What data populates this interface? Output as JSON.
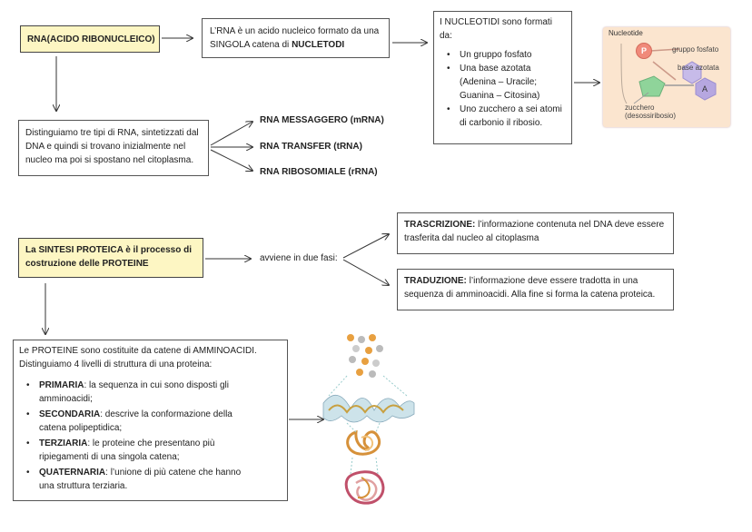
{
  "rna_title": "RNA(ACIDO RIBONUCLEICO)",
  "rna_def": {
    "pre": "L’RNA è un acido nucleico formato da una SINGOLA catena di ",
    "bold": "NUCLETODI"
  },
  "nucleotidi": {
    "intro": "I NUCLEOTIDI sono formati da:",
    "items": [
      "Un gruppo fosfato",
      "Una base azotata (Adenina – Uracile; Guanina – Citosina)",
      "Uno zucchero a sei atomi di carbonio il ribosio."
    ]
  },
  "nucleotide_image": {
    "title": "Nucleotide",
    "phosphate_letter": "P",
    "base_letter": "A",
    "label_phosphate": "gruppo fosfato",
    "label_base": "base azotata",
    "label_sugar_1": "zucchero",
    "label_sugar_2": "(desossiribosio)"
  },
  "rna_types_text": "Distinguiamo tre tipi di RNA, sintetizzati dal DNA e quindi si trovano inizialmente nel nucleo ma poi si spostano nel citoplasma.",
  "rna_types": [
    "RNA MESSAGGERO (mRNA)",
    "RNA TRANSFER (tRNA)",
    "RNA RIBOSOMIALE (rRNA)"
  ],
  "sintesi": "La SINTESI PROTEICA è il processo di costruzione delle PROTEINE",
  "due_fasi": "avviene in due fasi:",
  "trascrizione": {
    "title": "TRASCRIZIONE:",
    "text": " l’informazione contenuta nel DNA deve essere trasferita dal nucleo al citoplasma"
  },
  "traduzione": {
    "title": "TRADUZIONE:",
    "text": " l’informazione deve essere tradotta in una sequenza di amminoacidi. Alla fine si forma la catena proteica."
  },
  "proteine": {
    "intro1": "Le PROTEINE sono costituite da catene di AMMINOACIDI.",
    "intro2": "Distinguiamo 4 livelli di struttura di una proteina:",
    "levels": [
      {
        "name": "PRIMARIA",
        "text": ": la sequenza in cui sono disposti gli amminoacidi;"
      },
      {
        "name": "SECONDARIA",
        "text": ": descrive la conformazione della catena polipeptidica;"
      },
      {
        "name": "TERZIARIA",
        "text": ": le proteine che presentano più ripiegamenti di una singola catena;"
      },
      {
        "name": "QUATERNARIA",
        "text": ": l’unione di più catene che hanno una struttura terziaria."
      }
    ]
  },
  "colors": {
    "yellow_box": "#fdf6c3",
    "nucleotide_bg": "#fbe5cf",
    "phosphate": "#f08a7a",
    "sugar": "#8fd49a",
    "base": "#b6a7e0"
  }
}
